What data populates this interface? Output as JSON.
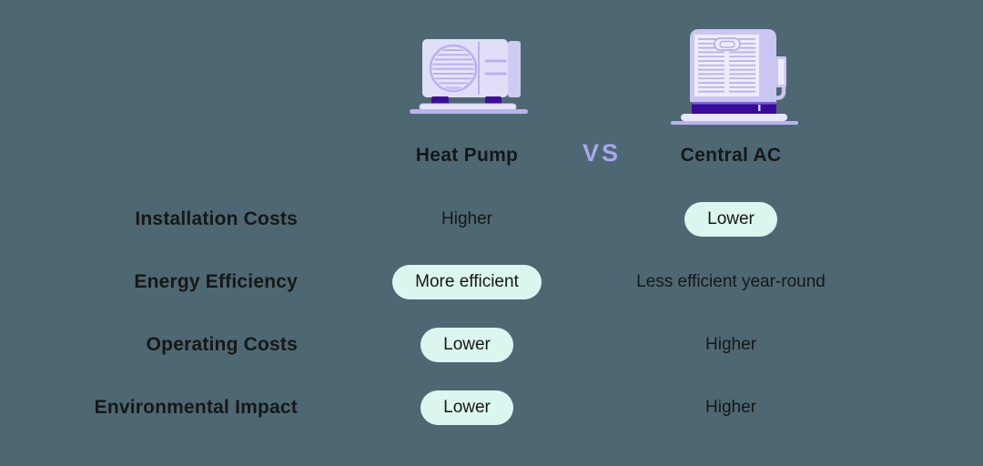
{
  "header": {
    "heat_pump": "Heat Pump",
    "vs": "VS",
    "central_ac": "Central AC"
  },
  "icons": {
    "heat_pump": "heat-pump-outdoor-unit-icon",
    "central_ac": "central-ac-unit-icon"
  },
  "rows": [
    {
      "label": "Installation Costs",
      "heat_pump": {
        "text": "Higher",
        "highlight": false
      },
      "central_ac": {
        "text": "Lower",
        "highlight": true
      }
    },
    {
      "label": "Energy Efficiency",
      "heat_pump": {
        "text": "More efficient",
        "highlight": true
      },
      "central_ac": {
        "text": "Less efficient year-round",
        "highlight": false
      }
    },
    {
      "label": "Operating Costs",
      "heat_pump": {
        "text": "Lower",
        "highlight": true
      },
      "central_ac": {
        "text": "Higher",
        "highlight": false
      }
    },
    {
      "label": "Environmental Impact",
      "heat_pump": {
        "text": "Lower",
        "highlight": true
      },
      "central_ac": {
        "text": "Higher",
        "highlight": false
      }
    }
  ],
  "colors": {
    "bg": "#4D6872",
    "text": "#171717",
    "pill-bg": "#DAF6EF",
    "vs-color": "#ABA6EF",
    "lav-body": "#E1DFF8",
    "lav-line": "#B7B2F0",
    "lav-mid": "#CBC6F1",
    "lav-mid2": "#CFCBF3",
    "lav-pale": "#EDECFB",
    "lav-pale2": "#E9E7FA",
    "lav-line2": "#B5AFEC",
    "lav-platform": "#E6E4FA",
    "lav-bar": "#B9B4EE",
    "purple-dark": "#3D0D9C",
    "purple-band": "#3A0B9A",
    "band-edge": "#7767D4"
  }
}
